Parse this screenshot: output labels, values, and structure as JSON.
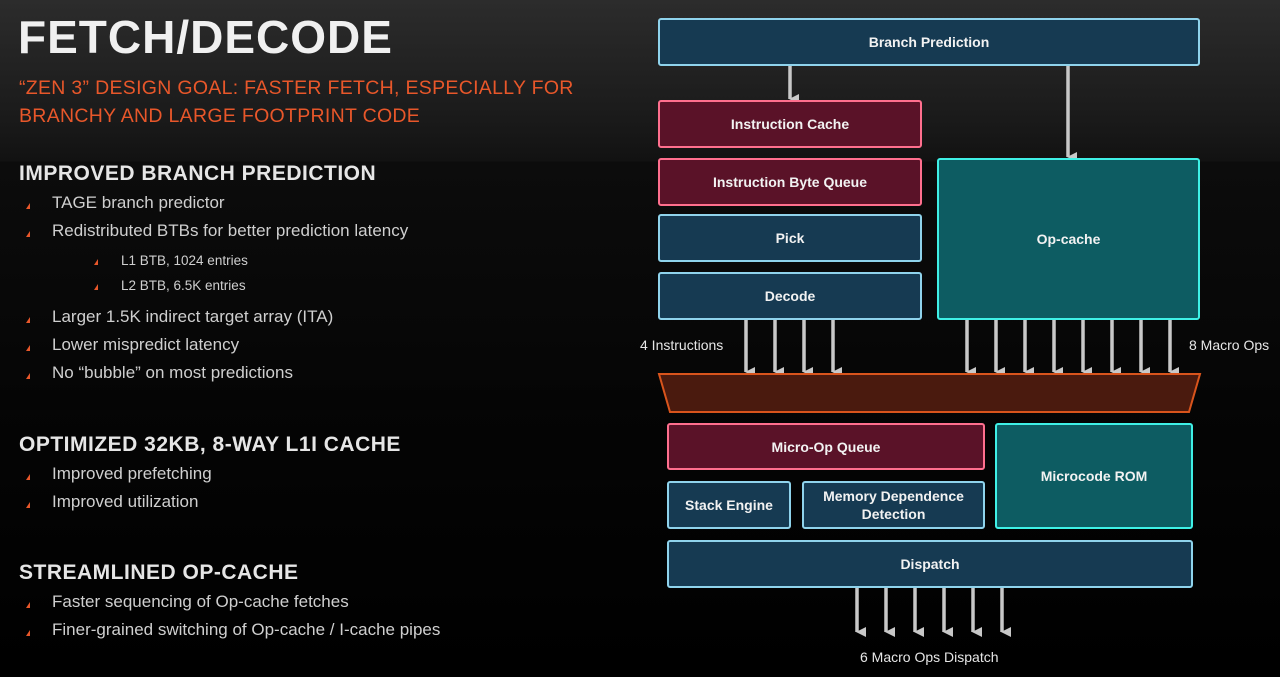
{
  "slide": {
    "title": "FETCH/DECODE",
    "subtitle": "“ZEN 3” DESIGN GOAL: FASTER FETCH, ESPECIALLY FOR BRANCHY AND LARGE FOOTPRINT CODE"
  },
  "sections": [
    {
      "heading": "IMPROVED BRANCH PREDICTION",
      "items": [
        "TAGE branch predictor",
        "Redistributed BTBs for better prediction latency",
        "L1 BTB, 1024 entries",
        "L2 BTB, 6.5K entries",
        "Larger 1.5K indirect target array (ITA)",
        "Lower mispredict latency",
        "No “bubble” on most predictions"
      ]
    },
    {
      "heading": "OPTIMIZED 32KB, 8-WAY L1I CACHE",
      "items": [
        "Improved prefetching",
        "Improved utilization"
      ]
    },
    {
      "heading": "STREAMLINED OP-CACHE",
      "items": [
        "Faster sequencing of Op-cache fetches",
        "Finer-grained switching of Op-cache / I-cache pipes"
      ]
    }
  ],
  "diagram": {
    "branch_prediction": "Branch Prediction",
    "instruction_cache": "Instruction Cache",
    "instruction_byte_queue": "Instruction Byte Queue",
    "pick": "Pick",
    "decode": "Decode",
    "op_cache": "Op-cache",
    "micro_op_queue": "Micro-Op Queue",
    "microcode_rom": "Microcode ROM",
    "stack_engine": "Stack Engine",
    "memory_dependence_detection": "Memory Dependence Detection",
    "dispatch": "Dispatch",
    "label_4_instructions": "4 Instructions",
    "label_8_macro_ops": "8 Macro Ops",
    "label_6_macro_ops_dispatch": "6 Macro Ops Dispatch"
  },
  "colors": {
    "accent_orange": "#e8572a",
    "navy_box": "#163a52",
    "navy_border": "#8fd3ec",
    "maroon_box": "#5a1228",
    "maroon_border": "#ff6f8e",
    "teal_box": "#0d5c62",
    "teal_border": "#3ff0e6",
    "mux_fill": "#4a1a0e",
    "mux_border": "#d9541c",
    "arrow": "#c8c8c8"
  }
}
